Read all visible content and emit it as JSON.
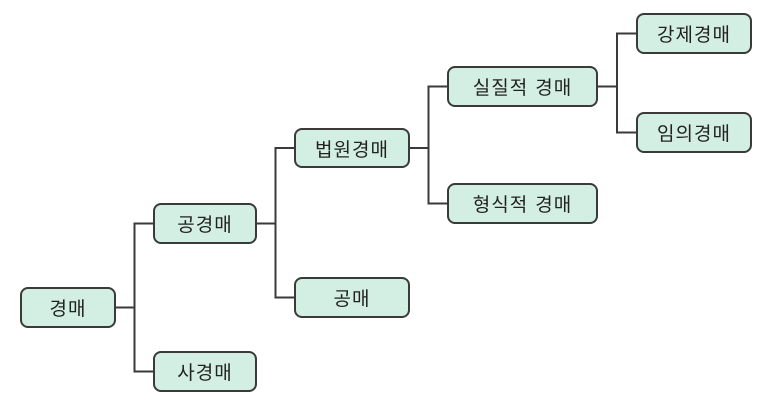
{
  "nodes": {
    "root": {
      "label": "경매",
      "children": [
        "public",
        "private"
      ]
    },
    "public": {
      "label": "공경매",
      "children": [
        "court",
        "pubsale"
      ]
    },
    "private": {
      "label": "사경매",
      "children": []
    },
    "court": {
      "label": "법원경매",
      "children": [
        "real",
        "formal"
      ]
    },
    "pubsale": {
      "label": "공매",
      "children": []
    },
    "real": {
      "label": "실질적 경매",
      "children": [
        "forced",
        "voluntary"
      ]
    },
    "formal": {
      "label": "형식적 경매",
      "children": []
    },
    "forced": {
      "label": "강제경매",
      "children": []
    },
    "voluntary": {
      "label": "임의경매",
      "children": []
    }
  },
  "colors": {
    "node_fill": "#d3efe3",
    "stroke": "#3a3a3a"
  }
}
